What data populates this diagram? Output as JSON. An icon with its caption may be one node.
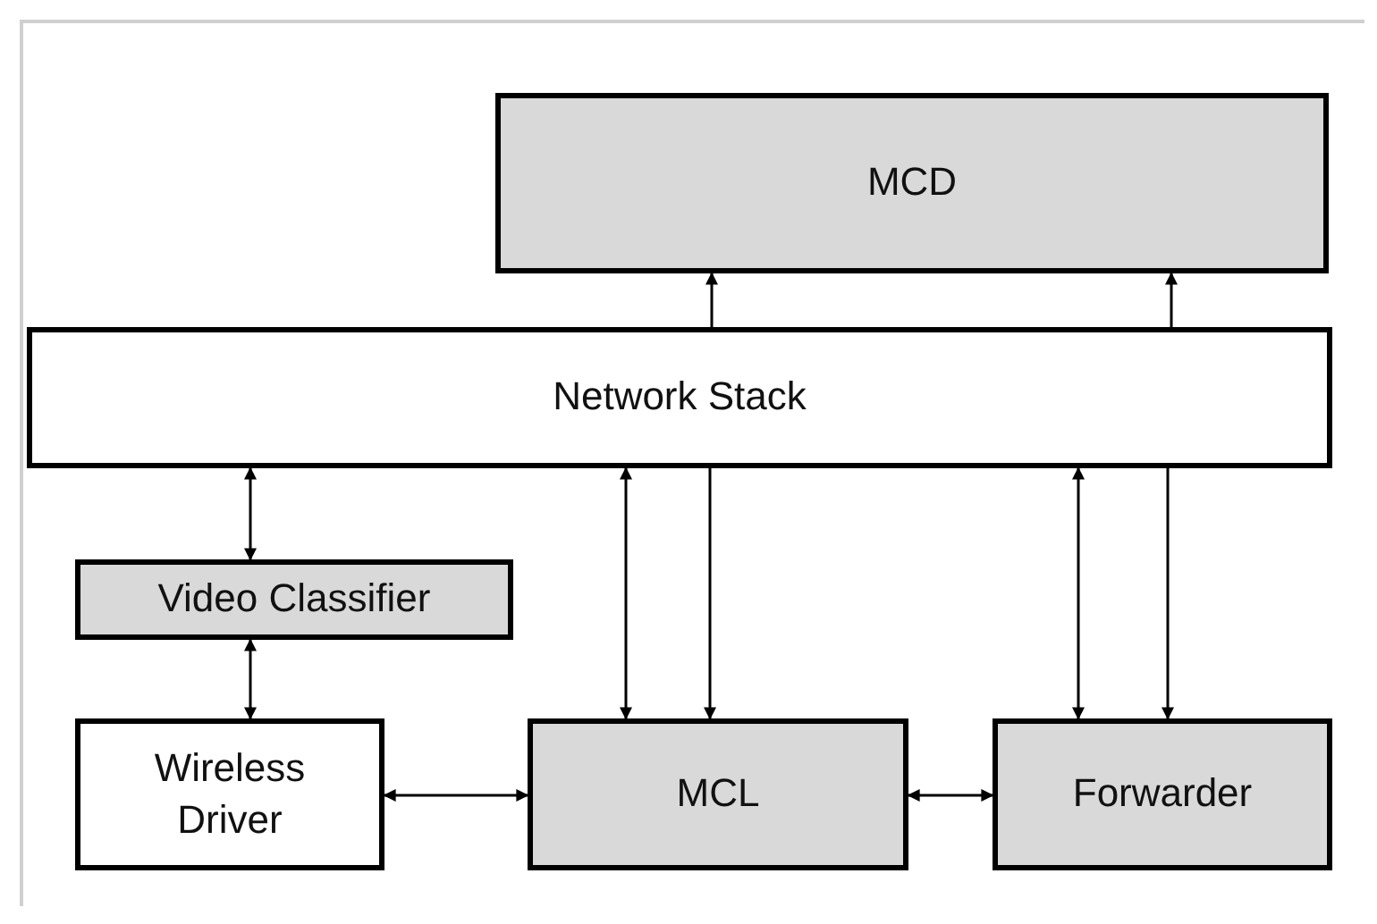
{
  "diagram": {
    "nodes": [
      {
        "text": [
          "MCD"
        ]
      },
      {
        "text": [
          "Network Stack"
        ]
      },
      {
        "text": [
          "Video Classifier"
        ]
      },
      {
        "text": [
          "Wireless Driver"
        ]
      },
      {
        "text": [
          "MCL"
        ]
      },
      {
        "text": [
          "Forwarder"
        ]
      }
    ],
    "edges": [
      {
        "from": 1,
        "to": 0,
        "arrow": "to"
      },
      {
        "from": 1,
        "to": 0,
        "arrow": "to"
      },
      {
        "from": 1,
        "to": 2,
        "arrow": "both"
      },
      {
        "from": 2,
        "to": 3,
        "arrow": "both"
      },
      {
        "from": 1,
        "to": 4,
        "arrow": "both"
      },
      {
        "from": 1,
        "to": 4,
        "arrow": "to"
      },
      {
        "from": 1,
        "to": 5,
        "arrow": "both"
      },
      {
        "from": 1,
        "to": 5,
        "arrow": "to"
      },
      {
        "from": 3,
        "to": 4,
        "arrow": "both"
      },
      {
        "from": 4,
        "to": 5,
        "arrow": "both"
      }
    ]
  }
}
